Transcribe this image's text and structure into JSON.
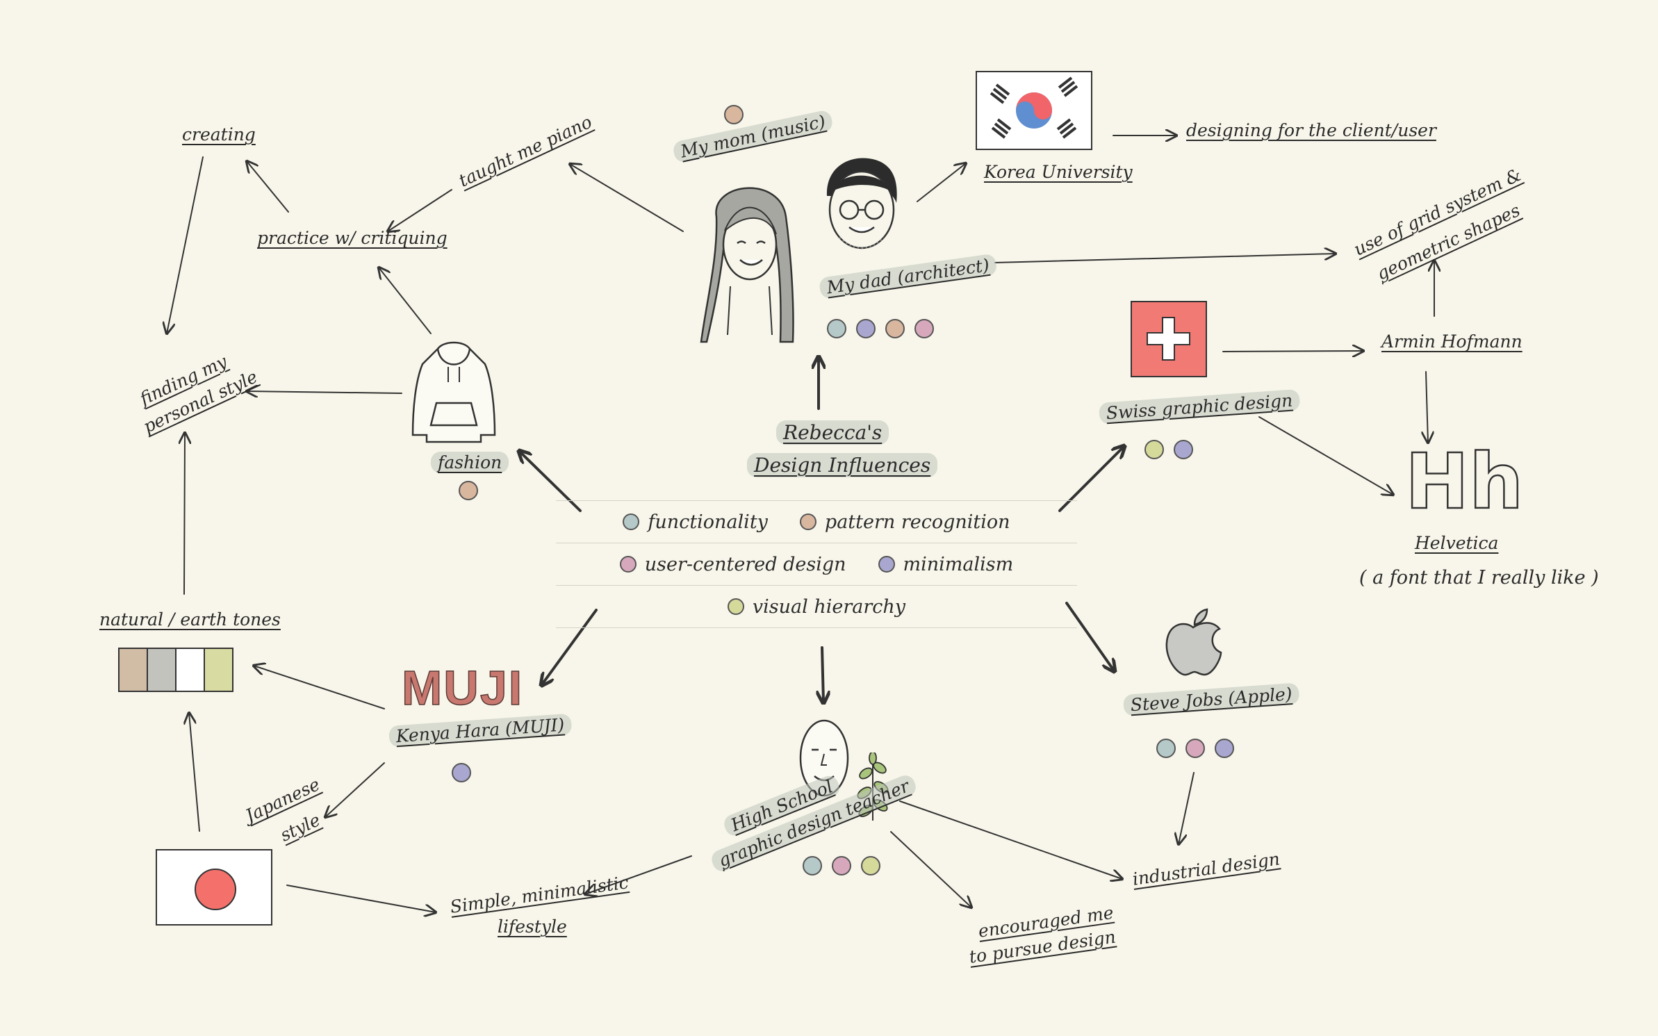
{
  "title": "Rebecca's Design Influences",
  "title_lines": [
    "Rebecca's",
    "Design Influences"
  ],
  "colors": {
    "background": "#f8f6ea",
    "functionality": "#b5c9c8",
    "pattern_recognition": "#d9b79e",
    "user_centered_design": "#d7a8bc",
    "minimalism": "#a9a7d0",
    "visual_hierarchy": "#d5d99a"
  },
  "legend": [
    [
      {
        "label": "functionality",
        "color": "#b5c9c8"
      },
      {
        "label": "pattern  recognition",
        "color": "#d9b79e"
      }
    ],
    [
      {
        "label": "user-centered  design",
        "color": "#d7a8bc"
      },
      {
        "label": "minimalism",
        "color": "#a9a7d0"
      }
    ],
    [
      {
        "label": "visual  hierarchy",
        "color": "#d5d99a"
      }
    ]
  ],
  "nodes": {
    "mom": {
      "label": "My mom (music)",
      "dots": [
        "#d9b79e"
      ]
    },
    "dad": {
      "label": "My dad (architect)",
      "dots": [
        "#b5c9c8",
        "#a9a7d0",
        "#d9b79e",
        "#d7a8bc"
      ]
    },
    "fashion": {
      "label": "fashion",
      "dots": [
        "#d9b79e"
      ],
      "icon": "hoodie-icon"
    },
    "swiss": {
      "label": "Swiss graphic design",
      "dots": [
        "#d5d99a",
        "#a9a7d0"
      ],
      "icon": "swiss-flag-icon"
    },
    "muji": {
      "label": "Kenya Hara (MUJI)",
      "logo": "MUJI",
      "dots": [
        "#a9a7d0"
      ]
    },
    "teacher": {
      "label_lines": [
        "High School",
        "graphic design teacher"
      ],
      "dots": [
        "#b5c9c8",
        "#d7a8bc",
        "#d5d99a"
      ]
    },
    "jobs": {
      "label": "Steve Jobs (Apple)",
      "dots": [
        "#b5c9c8",
        "#d7a8bc",
        "#a9a7d0"
      ],
      "icon": "apple-logo-icon"
    }
  },
  "notes": {
    "creating": "creating",
    "taught_piano": "taught me piano",
    "practice": "practice w/ critiquing",
    "personal_style": [
      "finding my",
      "personal style"
    ],
    "korea_university": "Korea University",
    "designing_client": "designing for the client/user",
    "grid_system": [
      "use of grid system &",
      "geometric shapes"
    ],
    "armin": "Armin Hofmann",
    "helvetica": "Helvetica",
    "helvetica_glyph": "Hh",
    "helvetica_note": "( a font that I really like )",
    "earth_tones": "natural / earth tones",
    "japanese_style": [
      "Japanese",
      "style"
    ],
    "simple_lifestyle": [
      "Simple, minimalistic",
      "lifestyle"
    ],
    "encouraged": [
      "encouraged me",
      "to pursue design"
    ],
    "industrial": "industrial design"
  },
  "earth_tone_swatches": [
    "#d1bca6",
    "#c3c3be",
    "#ffffff",
    "#d8dba2"
  ],
  "icons": {
    "korea_flag": "korea-flag-icon",
    "japan_flag": "japan-flag-icon",
    "plant": "plant-icon"
  }
}
